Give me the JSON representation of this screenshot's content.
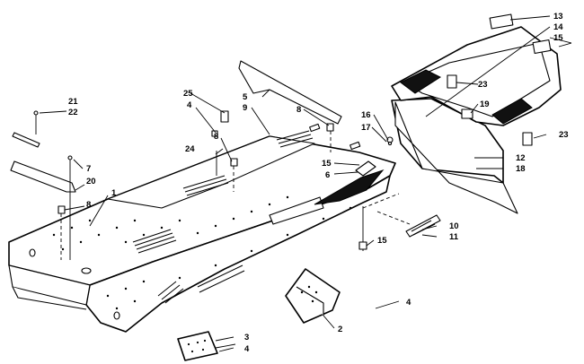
{
  "diagram": {
    "callouts": [
      {
        "id": "c1",
        "label": "1"
      },
      {
        "id": "c2",
        "label": "2"
      },
      {
        "id": "c3",
        "label": "3"
      },
      {
        "id": "c4a",
        "label": "4"
      },
      {
        "id": "c4b",
        "label": "4"
      },
      {
        "id": "c4c",
        "label": "4"
      },
      {
        "id": "c5",
        "label": "5"
      },
      {
        "id": "c6",
        "label": "6"
      },
      {
        "id": "c7",
        "label": "7"
      },
      {
        "id": "c8a",
        "label": "8"
      },
      {
        "id": "c8b",
        "label": "8"
      },
      {
        "id": "c8c",
        "label": "8"
      },
      {
        "id": "c9",
        "label": "9"
      },
      {
        "id": "c10",
        "label": "10"
      },
      {
        "id": "c11",
        "label": "11"
      },
      {
        "id": "c12",
        "label": "12"
      },
      {
        "id": "c13",
        "label": "13"
      },
      {
        "id": "c14",
        "label": "14"
      },
      {
        "id": "c15a",
        "label": "15"
      },
      {
        "id": "c15b",
        "label": "15"
      },
      {
        "id": "c15c",
        "label": "15"
      },
      {
        "id": "c16",
        "label": "16"
      },
      {
        "id": "c17",
        "label": "17"
      },
      {
        "id": "c18",
        "label": "18"
      },
      {
        "id": "c19",
        "label": "19"
      },
      {
        "id": "c20",
        "label": "20"
      },
      {
        "id": "c21",
        "label": "21"
      },
      {
        "id": "c22",
        "label": "22"
      },
      {
        "id": "c23a",
        "label": "23"
      },
      {
        "id": "c23b",
        "label": "23"
      },
      {
        "id": "c24",
        "label": "24"
      },
      {
        "id": "c25",
        "label": "25"
      }
    ]
  }
}
